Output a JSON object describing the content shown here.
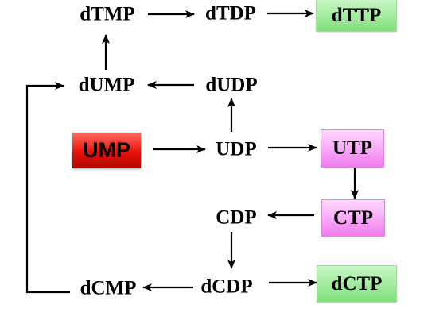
{
  "nodes": {
    "dtmp": "dTMP",
    "dtdp": "dTDP",
    "dttp": "dTTP",
    "dump": "dUMP",
    "dudp": "dUDP",
    "ump": "UMP",
    "udp": "UDP",
    "utp": "UTP",
    "cdp": "CDP",
    "ctp": "CTP",
    "dcmp": "dCMP",
    "dcdp": "dCDP",
    "dctp": "dCTP"
  },
  "edges": [
    [
      "dTMP",
      "dTDP"
    ],
    [
      "dTDP",
      "dTTP"
    ],
    [
      "dUMP",
      "dTMP"
    ],
    [
      "dUDP",
      "dUMP"
    ],
    [
      "UDP",
      "dUDP"
    ],
    [
      "UMP",
      "UDP"
    ],
    [
      "UDP",
      "UTP"
    ],
    [
      "UTP",
      "CTP"
    ],
    [
      "CTP",
      "CDP"
    ],
    [
      "CDP",
      "dCDP"
    ],
    [
      "dCDP",
      "dCMP"
    ],
    [
      "dCDP",
      "dCTP"
    ],
    [
      "dCMP",
      "dUMP"
    ]
  ],
  "colors": {
    "highlight_green": "#8ee88a",
    "highlight_pink": "#f59af5",
    "highlight_red": "#e8130a",
    "arrow": "#000000"
  }
}
